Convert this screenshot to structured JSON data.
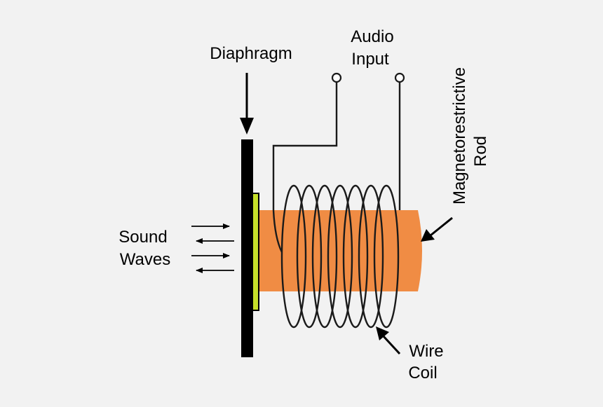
{
  "labels": {
    "diaphragm": "Diaphragm",
    "audio_input_line1": "Audio",
    "audio_input_line2": "Input",
    "rod_line1": "Magnetorestrictive",
    "rod_line2": "Rod",
    "sound_line1": "Sound",
    "sound_line2": "Waves",
    "coil_line1": "Wire",
    "coil_line2": "Coil"
  },
  "colors": {
    "background": "#f2f2f2",
    "rod": "#f08c44",
    "diaphragm_plate": "#c6e02a",
    "diaphragm": "#000000",
    "wire": "#1a1a1a"
  }
}
